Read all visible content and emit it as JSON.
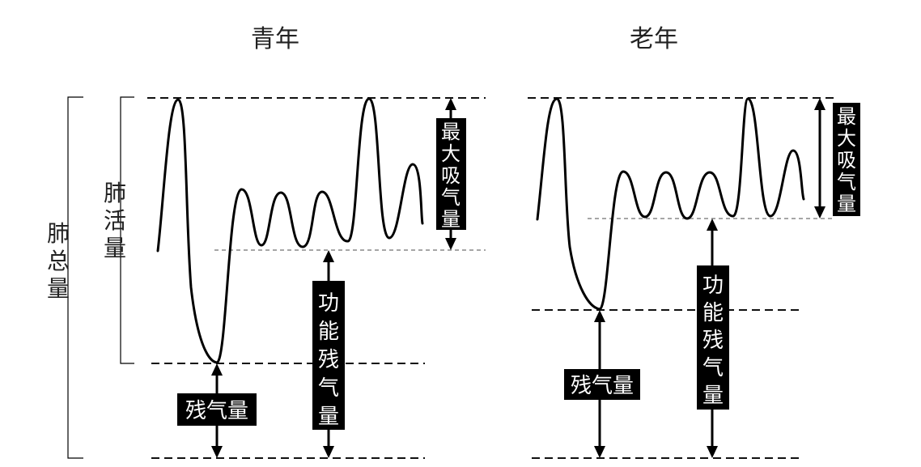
{
  "panels": {
    "young": {
      "title": "青年"
    },
    "old": {
      "title": "老年"
    }
  },
  "labels": {
    "total_lung_capacity": "肺总量",
    "vital_capacity": "肺活量",
    "residual_volume": "残气量",
    "functional_residual_capacity": "功能残气量",
    "inspiratory_capacity": "最大吸气量"
  },
  "colors": {
    "curve": "#000000",
    "label_box": "#000000",
    "label_text": "#ffffff",
    "guide_dark": "#111111",
    "guide_grey": "#888888"
  }
}
